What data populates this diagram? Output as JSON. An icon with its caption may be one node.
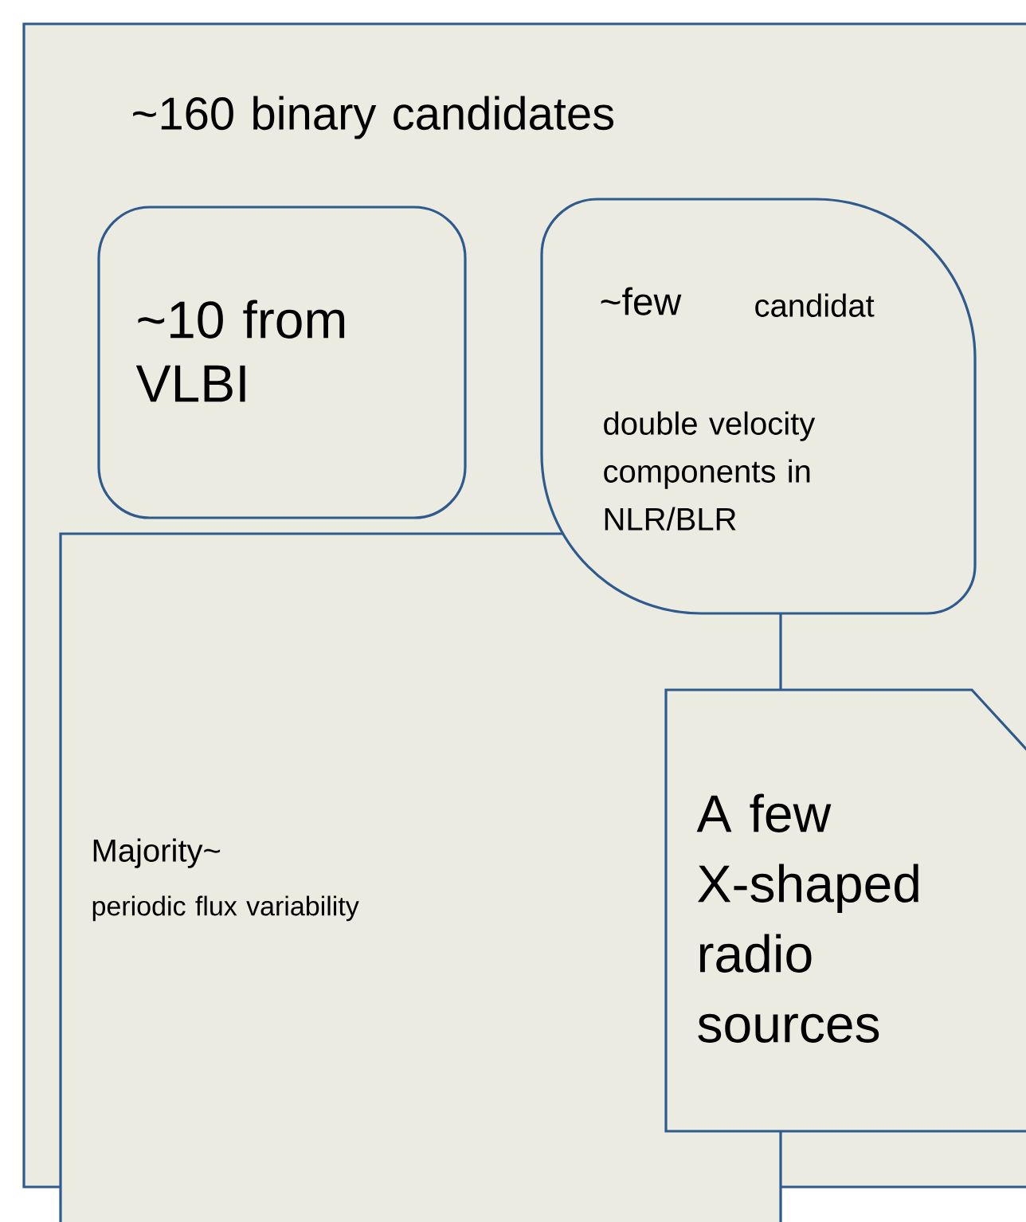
{
  "diagram": {
    "nodes": [
      {
        "text": [
          "~160 binary candidates"
        ]
      },
      {
        "text": [
          "~10 from VLBI"
        ],
        "in": 0
      },
      {
        "text": [
          "~few",
          "candidat",
          "double velocity components in NLR/BLR"
        ],
        "in": 0
      },
      {
        "text": [
          "Majority~",
          "periodic flux variability"
        ]
      },
      {
        "text": [
          "A few X-shaped radio sources"
        ],
        "in": 0
      }
    ]
  }
}
